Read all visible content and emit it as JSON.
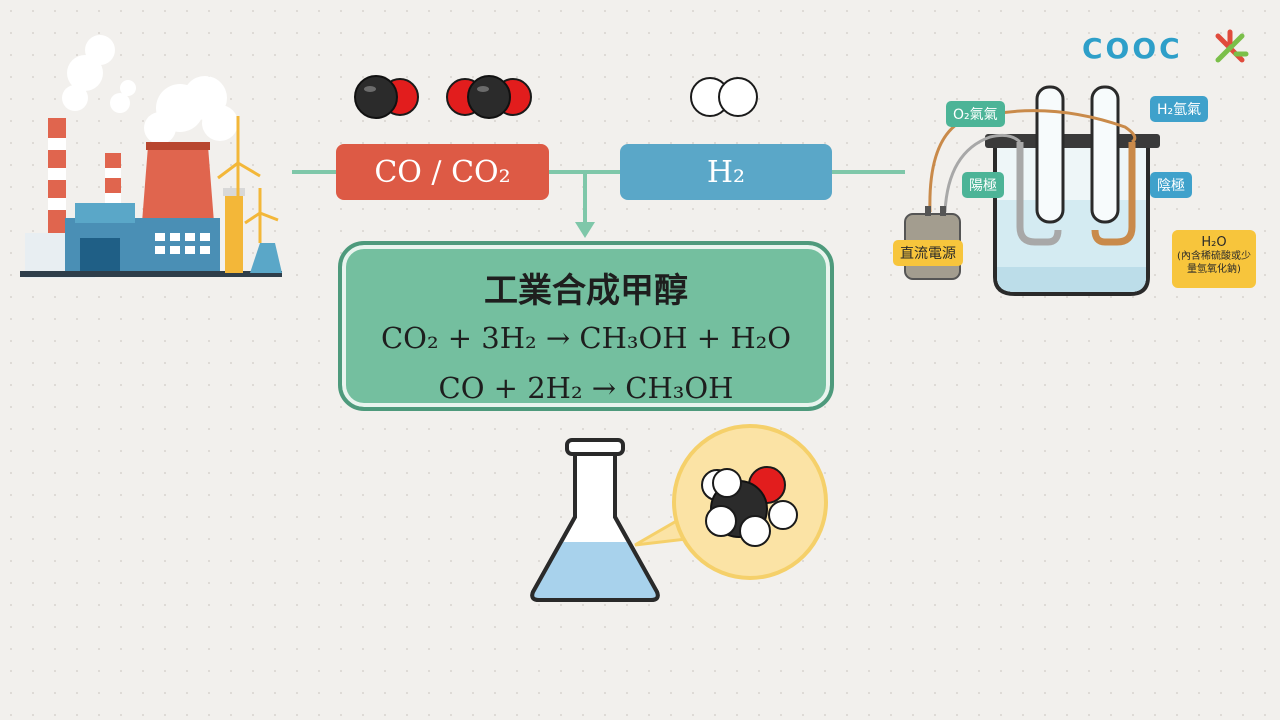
{
  "labels": {
    "co_co2": "CO / CO₂",
    "h2": "H₂",
    "o2_gas": "O₂氣氣",
    "h2_gas": "H₂氫氣",
    "anode": "陽極",
    "cathode": "陰極",
    "dc_power": "直流電源",
    "water": "H₂O",
    "water_note": "(內含稀硫酸或少量氫氧化鈉)"
  },
  "main": {
    "title": "工業合成甲醇",
    "equation_1": "CO₂ + 3H₂ → CH₃OH + H₂O",
    "equation_2": "CO + 2H₂ → CH₃OH"
  },
  "brand": {
    "logo": "COOC"
  },
  "colors": {
    "red": "#dd5a45",
    "blue": "#5aa7c8",
    "green": "#74bf9f",
    "yellow": "#f7c53c",
    "connector": "#7fc7a9"
  },
  "icons": [
    "factory-icon",
    "wind-turbine-icon",
    "co-molecule-icon",
    "co2-molecule-icon",
    "h2-molecule-icon",
    "electrolysis-apparatus-icon",
    "flask-icon",
    "methanol-molecule-icon",
    "brand-logo-icon"
  ]
}
